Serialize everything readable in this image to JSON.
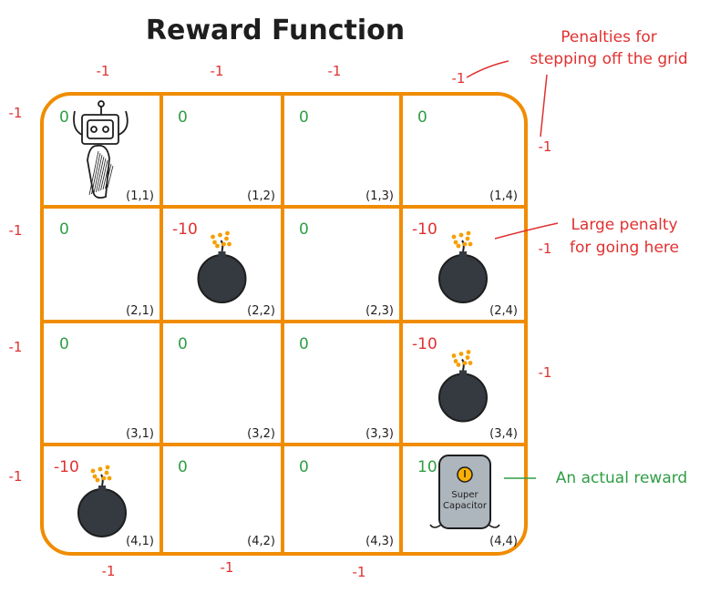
{
  "title": "Reward Function",
  "cells": [
    {
      "row": 1,
      "col": 1,
      "reward": "0",
      "coord": "(1,1)",
      "item": "robot"
    },
    {
      "row": 1,
      "col": 2,
      "reward": "0",
      "coord": "(1,2)",
      "item": ""
    },
    {
      "row": 1,
      "col": 3,
      "reward": "0",
      "coord": "(1,3)",
      "item": ""
    },
    {
      "row": 1,
      "col": 4,
      "reward": "0",
      "coord": "(1,4)",
      "item": ""
    },
    {
      "row": 2,
      "col": 1,
      "reward": "0",
      "coord": "(2,1)",
      "item": ""
    },
    {
      "row": 2,
      "col": 2,
      "reward": "-10",
      "coord": "(2,2)",
      "item": "bomb"
    },
    {
      "row": 2,
      "col": 3,
      "reward": "0",
      "coord": "(2,3)",
      "item": ""
    },
    {
      "row": 2,
      "col": 4,
      "reward": "-10",
      "coord": "(2,4)",
      "item": "bomb"
    },
    {
      "row": 3,
      "col": 1,
      "reward": "0",
      "coord": "(3,1)",
      "item": ""
    },
    {
      "row": 3,
      "col": 2,
      "reward": "0",
      "coord": "(3,2)",
      "item": ""
    },
    {
      "row": 3,
      "col": 3,
      "reward": "0",
      "coord": "(3,3)",
      "item": ""
    },
    {
      "row": 3,
      "col": 4,
      "reward": "-10",
      "coord": "(3,4)",
      "item": "bomb"
    },
    {
      "row": 4,
      "col": 1,
      "reward": "-10",
      "coord": "(4,1)",
      "item": "bomb"
    },
    {
      "row": 4,
      "col": 2,
      "reward": "0",
      "coord": "(4,2)",
      "item": ""
    },
    {
      "row": 4,
      "col": 3,
      "reward": "0",
      "coord": "(4,3)",
      "item": ""
    },
    {
      "row": 4,
      "col": 4,
      "reward": "10",
      "coord": "(4,4)",
      "item": "capacitor"
    }
  ],
  "edge_penalty": "-1",
  "capacitor": {
    "line1": "Super",
    "line2": "Capacitor",
    "icon": "lightning-icon"
  },
  "annotations": {
    "off_grid": [
      "Penalties for",
      "stepping off the grid"
    ],
    "bomb": [
      "Large penalty",
      "for going here"
    ],
    "reward": "An actual reward"
  },
  "colors": {
    "grid": "#f08c00",
    "penalty": "#e03131",
    "reward": "#2f9e44",
    "bomb": "#343a40",
    "capacitor": "#adb5bd",
    "spark": "#f59f00"
  }
}
